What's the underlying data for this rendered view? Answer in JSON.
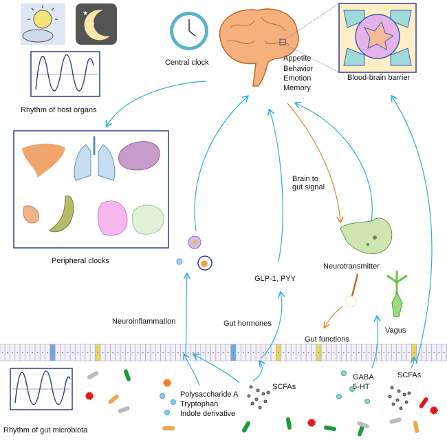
{
  "labels": {
    "central_clock": "Central clock",
    "brain_functions": [
      "Appetite",
      "Behavior",
      "Emotion",
      "Memory"
    ],
    "bbb": "Blood-brain barrier",
    "host_rhythm": "Rhythm of host organs",
    "peripheral_clocks": "Peripheral clocks",
    "brain_to_gut": [
      "Brain to",
      "gut signal"
    ],
    "neurotransmitter": "Neurotransmitter",
    "glp1": "GLP-1, PYY",
    "neuroinflammation": "Neuroinflammation",
    "gut_hormones": "Gut hormones",
    "gut_functions": "Gut functions",
    "vagus": "Vagus",
    "gut_rhythm": "Rhythm of gut microbiota",
    "metabolites": [
      "Polysaccharide A",
      "Tryptophan",
      "Indole derivative"
    ],
    "scfas_left": "SCFAs",
    "gaba": "GABA",
    "serotonin": "5-HT",
    "scfas_right": "SCFAs"
  },
  "colors": {
    "arrow_blue": "#29abe2",
    "arrow_orange": "#f07d2a",
    "brain": "#f2a66a",
    "box_border": "#2e3f8f"
  }
}
